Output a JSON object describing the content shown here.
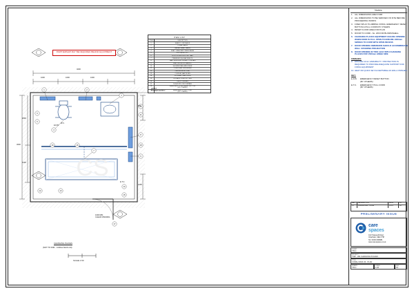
{
  "sheet": {
    "notes_heading": "Notes:",
    "notes": [
      {
        "num": "1.",
        "text": "ALL DIMENSIONS ARE IN MM"
      },
      {
        "num": "2.",
        "text": "ALL DIMENSIONS TO BE VERIFIED ON SITE BEFORE PROCEEDING WORKS"
      },
      {
        "num": "3.",
        "text": "FIXED SPLAY PLUMBING FIXING. EMERGENCY RESET BUTTON & PULL CORDS BY OTHERS"
      },
      {
        "num": "4.",
        "text": "RESET FLOOR AREA FOR PLAN"
      },
      {
        "num": "5.",
        "text": "ROOM TO CORD - No. 209 FOR BLINDS/SHELL"
      },
      {
        "num": "6.",
        "text": "CHANGING PLACES EQUIPMENT CEILING OPENING WHEN DOOR IS FULL OPEN TO ENSURE 1000mm SWINGS TO CORD WITH OPEN RECESS",
        "blue": true
      },
      {
        "num": "7.",
        "text": "DOOR OPENING DIMENSION SHOULD ACCOMMODATE WALL COVERING PROJECTION",
        "blue": true
      },
      {
        "num": "8.",
        "text": "DOOR OPENING IN TWO LEAF WITH CHANGING PLACES FOR 1500mm HINGE SIDE",
        "blue": true
      }
    ],
    "finishes_heading": "FINISHES:",
    "finishes": [
      {
        "num": "9.",
        "text": "ENSURE 12mm VARIABILITY / PROTECTION IS REQUIRED TO PROVIDE ADEQUATE SUPPORT FOR FIXING EQUIPMENT"
      },
      {
        "num": "10.",
        "text": "HEAT OR QUICK SET ACCEPTABLE AS WALL FINISHES"
      }
    ],
    "key_heading": "KEY:",
    "key": [
      {
        "code": "E.R.B.",
        "desc": "EMERGENCY RESET BUTTON",
        "sub": "(BY OTHERS)"
      },
      {
        "code": "E.T.C.",
        "desc": "EMERGENCY PULL CORD",
        "sub": "(BY OTHERS)"
      }
    ]
  },
  "item_list": {
    "title": "ITEM LIST",
    "headers": [
      "ITEM",
      "DESCRIPTION"
    ],
    "rows": [
      {
        "no": "1",
        "desc": "SHELF / LOW SHELF"
      },
      {
        "no": "2",
        "desc": "CORAL BASIN"
      },
      {
        "no": "3",
        "desc": "WATER SMALL BASIN"
      },
      {
        "no": "4",
        "desc": "SEAT / WASH AND WASH BASIN"
      },
      {
        "no": "5",
        "desc": "FIXTURE AT W.C."
      },
      {
        "no": "6",
        "desc": "FOLD IN SIDE SUPPORT RAIL"
      },
      {
        "no": "7",
        "desc": "PREMIUM DISH BACKRESTS"
      },
      {
        "no": "8",
        "desc": "WALL MOUNTED PRIVACY CURTAIN"
      },
      {
        "no": "9",
        "desc": "WALL MOUNTED BASKET"
      },
      {
        "no": "10",
        "desc": "SHOWER RAIL AND RISER"
      },
      {
        "no": "11",
        "desc": "TOWEL RAIL DISPENSER"
      },
      {
        "no": "12",
        "desc": "CEILING HOIST UNIT"
      },
      {
        "no": "13",
        "desc": "CLINICAL WASTE BIN"
      },
      {
        "no": "14",
        "desc": "200 SMALL WASTE BIN"
      },
      {
        "no": "15",
        "desc": "ULTRA BY LIGHT FITTING"
      },
      {
        "no": "16",
        "desc": "DROP CURTAIN"
      },
      {
        "no": "17",
        "desc": "100x90 BY LOW CURTAIN"
      },
      {
        "no": "18",
        "desc": "EMERGENCY PULL RESET BUTTON",
        "sub": "(BY OTHERS)"
      },
      {
        "no": "19",
        "desc": "EMERGENCY PULL CORD",
        "sub": "(BY OTHERS)"
      }
    ]
  },
  "plan": {
    "warning_note": "PARTNERSHIP MAY BE REQUIRED BEHIND EQUIPMENT",
    "hoist_label": "HOIST\nPOWER SUPPLY",
    "dim_top_overall": "4000",
    "dim_top_segments": [
      "1000",
      "1000",
      "1000"
    ],
    "dim_right_900": "900",
    "dim_left_3000": "3000",
    "dim_left_1800": "1800",
    "dim_left_1000": "1000",
    "dim_right_1000": "1000",
    "clear_opening": "1000 MIN.\nCLEAR OPENING",
    "title": "CHANGING PLACES",
    "subtitle": "(NOT TO DIM - CORAL MAX1.00)",
    "scale_note": "SCALE 1:50",
    "erb": "E.R.B.",
    "etc": "E.T.C.",
    "wc": "W.C.",
    "watermark": "CS",
    "bubbles": [
      "1",
      "2",
      "3",
      "4",
      "5",
      "6",
      "7",
      "8",
      "9",
      "10",
      "11",
      "12",
      "13",
      "14",
      "15",
      "16",
      "17",
      "18",
      "19"
    ]
  },
  "revisions": {
    "headers": [
      "REV",
      "DESCRIPTION",
      "DATE",
      "BY"
    ],
    "rows": [
      {
        "rev": "P1",
        "desc": "PRELIMINARY ISSUE",
        "date": "10.21",
        "by": "JD"
      }
    ],
    "status": "PRELIMINARY ISSUE"
  },
  "titleblock": {
    "company_name_1": "care",
    "company_name_2": "spaces",
    "address": "112 Hopewell Road\nChartham, ME3 7HP\nTel: 01634 969981\nwww.carespaces.co.uk",
    "client_label": "CLIENT",
    "client_value": "T.B.C.",
    "project_label": "PROJECT",
    "project_value": "TWP - WE CHANGING PLACES",
    "title_label": "TITLE",
    "title_value": "CORAL MAX1.00 - PLAN",
    "drawn_label": "DRAWN",
    "drawn_value": "T.B.C.",
    "scale_label": "SCALE",
    "scale_value": "1:20",
    "rev_label": "REV",
    "rev_value": "P1"
  }
}
